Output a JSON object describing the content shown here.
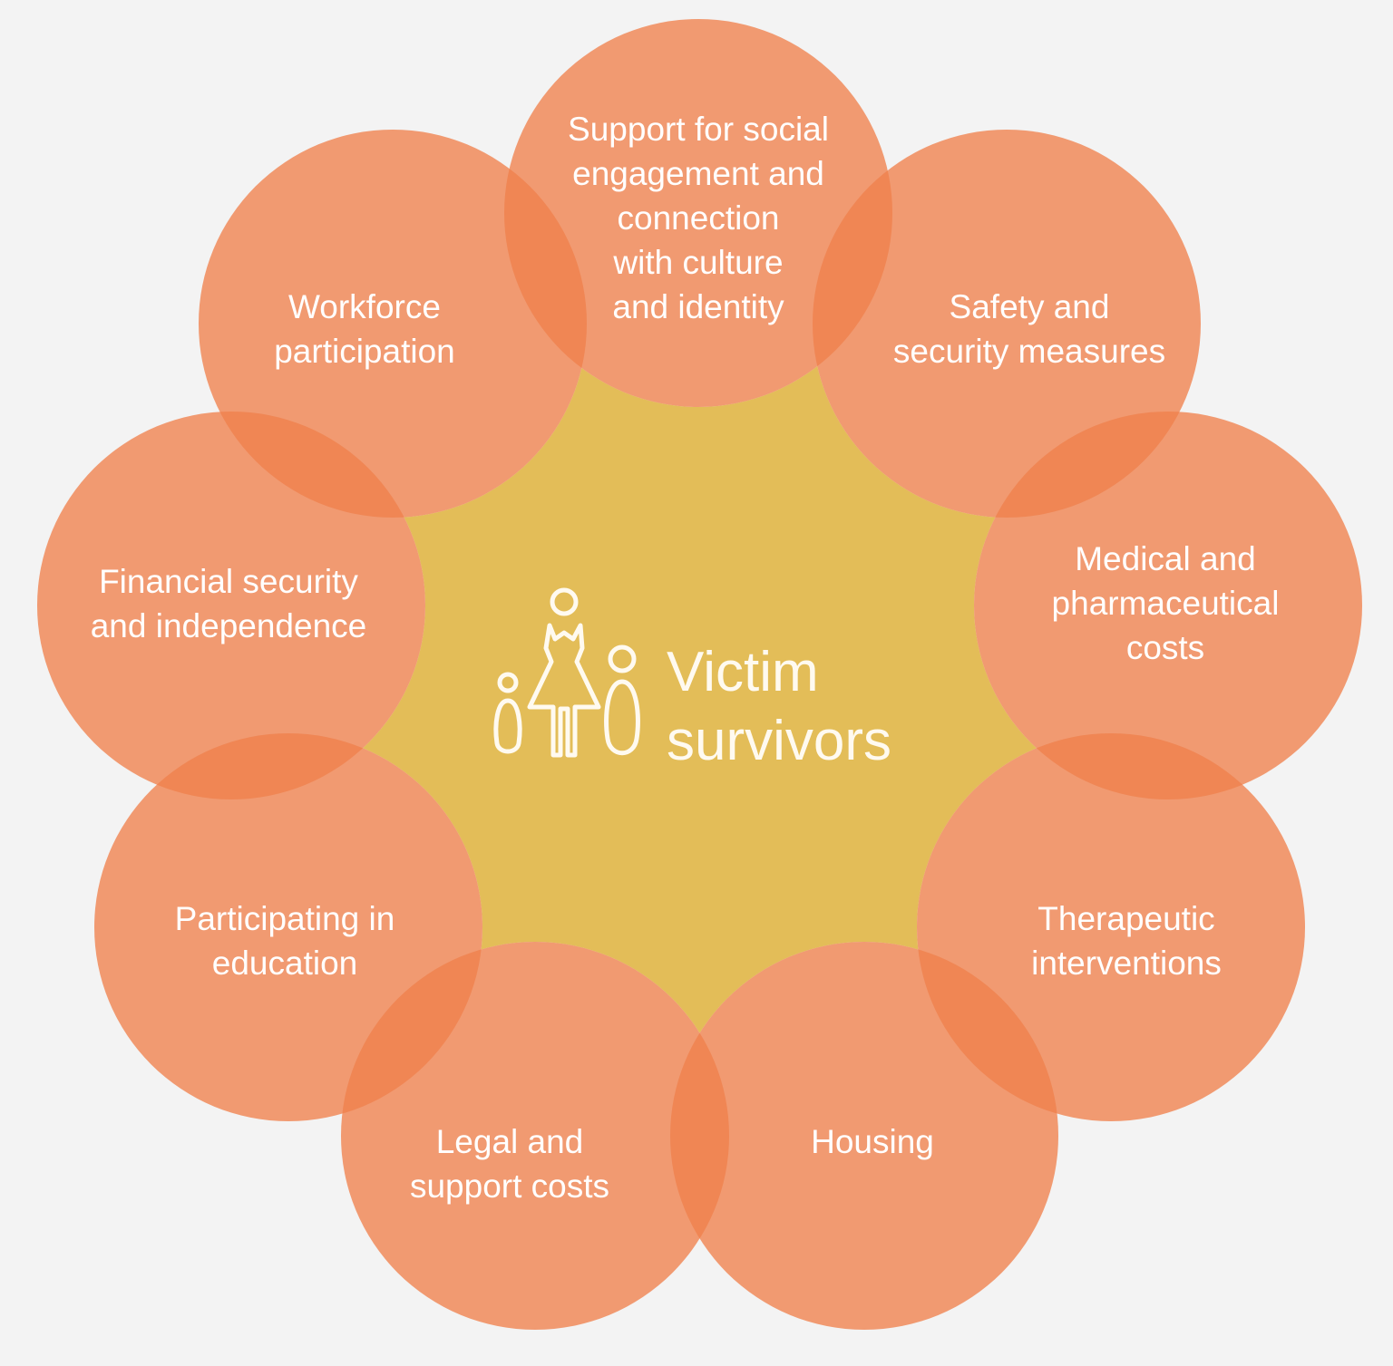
{
  "center": {
    "title_lines": [
      "Victim",
      "survivors"
    ],
    "icon": "family-icon"
  },
  "petals": [
    {
      "label_lines": [
        "Support for social",
        "engagement and",
        "connection",
        "with culture",
        "and identity"
      ]
    },
    {
      "label_lines": [
        "Safety and",
        "security measures"
      ]
    },
    {
      "label_lines": [
        "Medical and",
        "pharmaceutical",
        "costs"
      ]
    },
    {
      "label_lines": [
        "Therapeutic",
        "interventions"
      ]
    },
    {
      "label_lines": [
        "Housing"
      ]
    },
    {
      "label_lines": [
        "Legal and",
        "support costs"
      ]
    },
    {
      "label_lines": [
        "Participating in",
        "education"
      ]
    },
    {
      "label_lines": [
        "Financial security",
        "and independence"
      ]
    },
    {
      "label_lines": [
        "Workforce",
        "participation"
      ]
    }
  ],
  "colors": {
    "background": "#f3f3f3",
    "petal": "#f0804b",
    "center": "#e3bd58",
    "text": "#ffffff"
  }
}
